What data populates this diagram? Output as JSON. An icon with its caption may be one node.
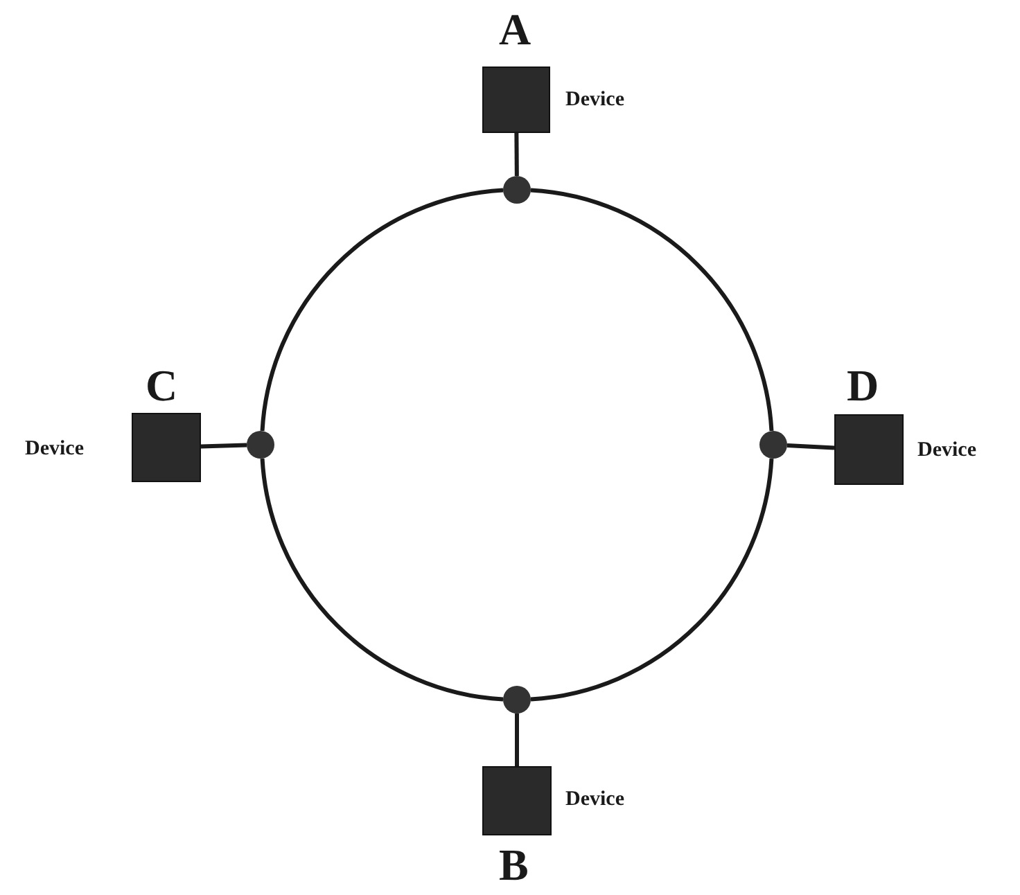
{
  "diagram": {
    "nodes": [
      {
        "text": [],
        "shape": "box",
        "beside": [
          "A",
          "Device"
        ]
      },
      {
        "text": [],
        "shape": "circle"
      },
      {
        "text": [],
        "shape": "box",
        "beside": [
          "C",
          "Device"
        ]
      },
      {
        "text": [],
        "shape": "circle"
      },
      {
        "text": [],
        "shape": "circle"
      },
      {
        "text": [],
        "shape": "box",
        "beside": [
          "D",
          "Device"
        ]
      },
      {
        "text": [],
        "shape": "circle"
      },
      {
        "text": [],
        "shape": "box",
        "beside": [
          "B",
          "Device"
        ]
      }
    ],
    "edges": [
      {
        "from": 0,
        "to": 1,
        "arrow": "none"
      },
      {
        "from": 2,
        "to": 3,
        "arrow": "none"
      },
      {
        "from": 4,
        "to": 5,
        "arrow": "none"
      },
      {
        "from": 6,
        "to": 7,
        "arrow": "none"
      },
      {
        "from": 1,
        "to": 4,
        "arrow": "none"
      },
      {
        "from": 4,
        "to": 6,
        "arrow": "none"
      },
      {
        "from": 6,
        "to": 3,
        "arrow": "none"
      },
      {
        "from": 3,
        "to": 1,
        "arrow": "none"
      }
    ]
  }
}
